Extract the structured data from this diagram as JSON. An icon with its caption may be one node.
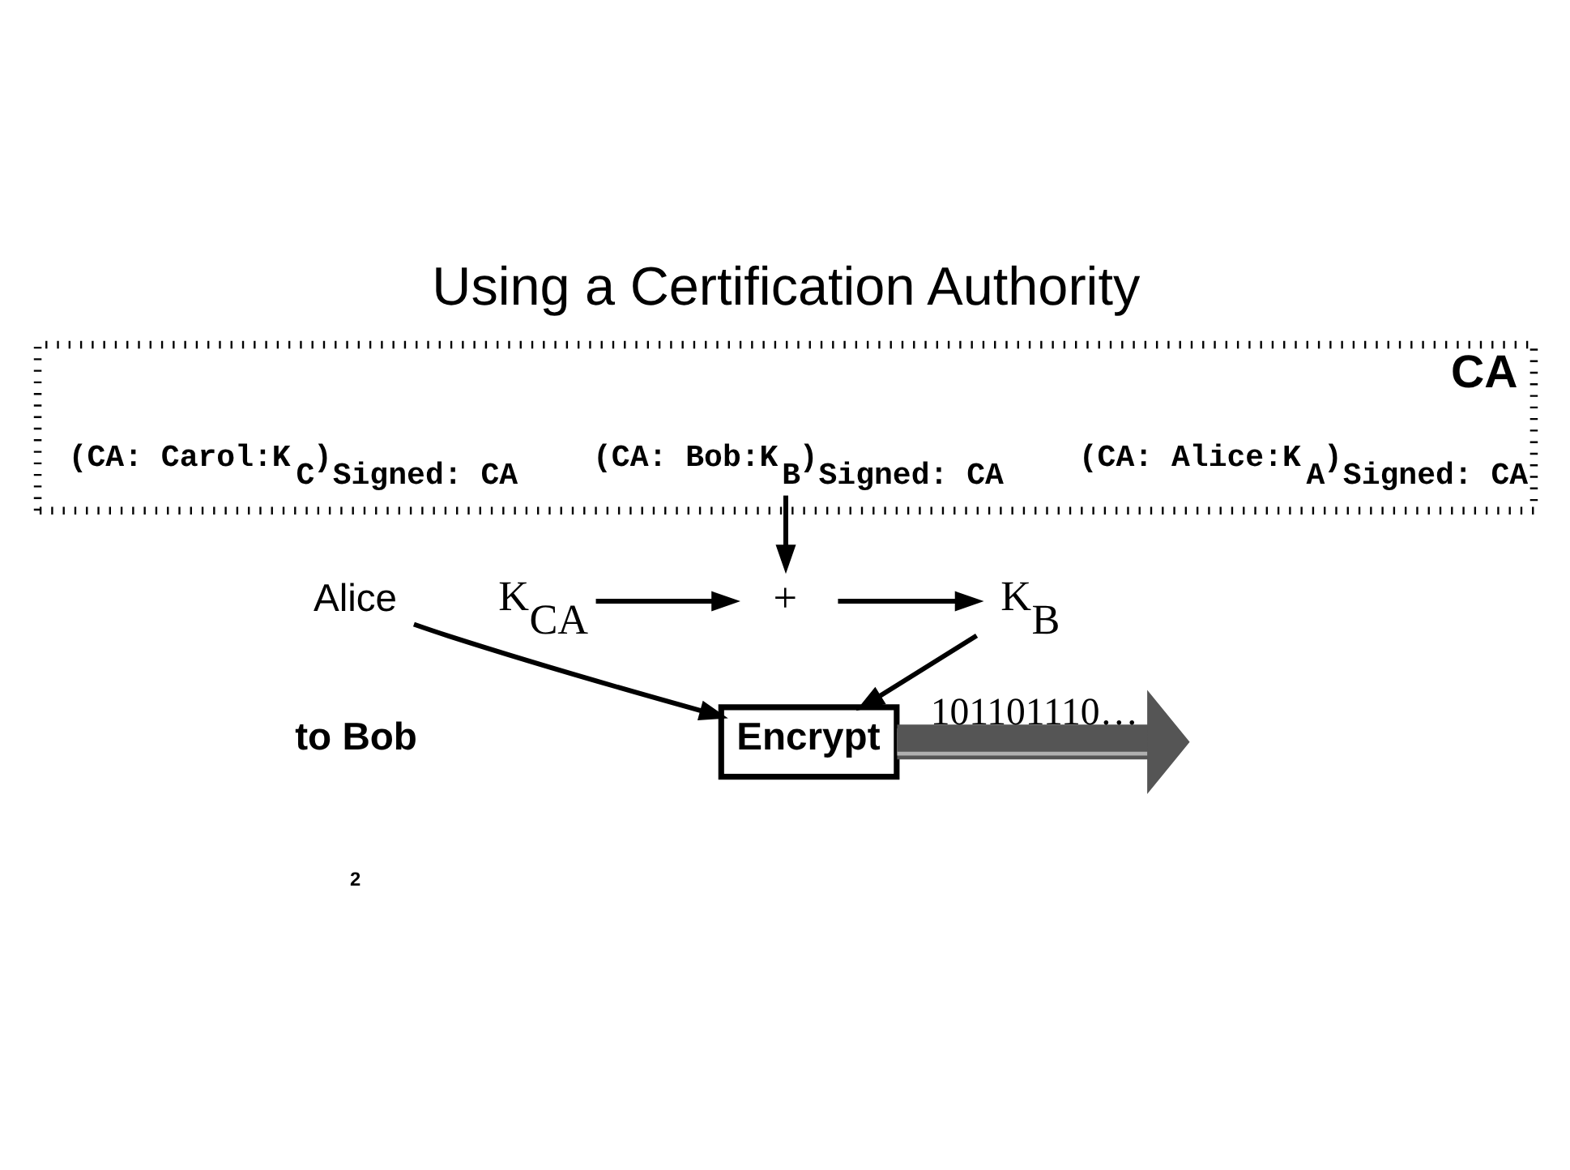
{
  "diagram": {
    "title": "Using a Certification Authority",
    "nodes": [
      {
        "text": [
          "CA"
        ]
      },
      {
        "text": [
          "(CA: Alice:K$_{A}$)$_{Signed: CA}$"
        ],
        "in": 0
      },
      {
        "text": [
          "(CA: Bob:K$_{B}$)$_{Signed: CA}$"
        ],
        "in": 0
      },
      {
        "text": [
          "(CA: Carol:K$_{C}$)$_{Signed: CA}$"
        ],
        "in": 0
      },
      {
        "text": [
          "+"
        ]
      },
      {
        "text": [
          "K$_{B}$"
        ]
      },
      {
        "text": [
          "K$_{CA}$"
        ]
      },
      {
        "text": [
          "Encrypt"
        ]
      },
      {
        "text": [
          "Alice"
        ]
      }
    ],
    "edges": [
      {
        "from": 2,
        "to": 4,
        "arrow": "to"
      },
      {
        "from": 6,
        "to": 4,
        "arrow": "to"
      },
      {
        "from": 4,
        "to": 5,
        "arrow": "to"
      },
      {
        "from": 5,
        "to": 7,
        "arrow": "to"
      },
      {
        "from": 8,
        "to": 7,
        "arrow": "to"
      },
      {
        "from": 7,
        "to": null,
        "arrow": "to",
        "style": "thick",
        "label": "101101110…"
      }
    ],
    "labels": [
      "to Bob",
      "2"
    ]
  }
}
